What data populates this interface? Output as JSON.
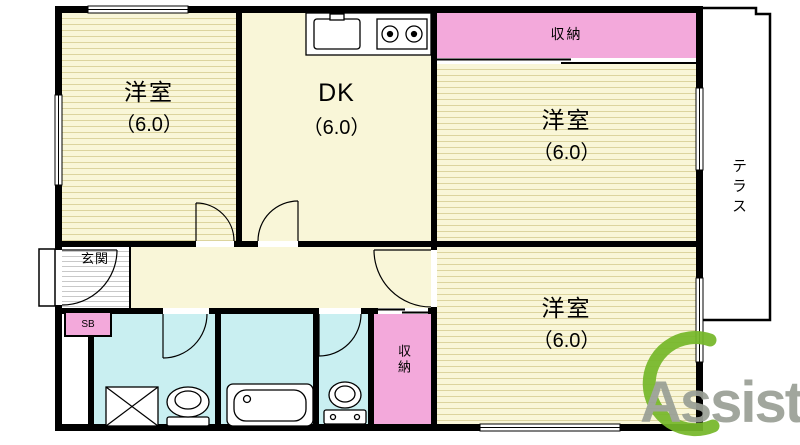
{
  "plan": {
    "rooms": {
      "nw": {
        "name": "洋室",
        "size": "（6.0）"
      },
      "dk": {
        "name": "DK",
        "size": "（6.0）"
      },
      "ne": {
        "name": "洋室",
        "size": "（6.0）"
      },
      "se": {
        "name": "洋室",
        "size": "（6.0）"
      },
      "storage_top": {
        "label": "収納"
      },
      "storage_bottom": {
        "label": "収納"
      },
      "genkan": {
        "label": "玄関"
      },
      "shoe_box": {
        "label": "SB"
      },
      "terrace": {
        "label": "テラス"
      }
    },
    "fixtures": {
      "kitchen": "sink-and-2-burner-stove",
      "washer_pan": "washing-machine-pan-x-square",
      "toilet_left": "toilet",
      "bathtub": "bathtub",
      "toilet_right": "toilet-with-tank"
    },
    "logo": {
      "text": "Assist"
    },
    "colors": {
      "room_floor": "#f9f6d8",
      "storage_pink": "#f3a9db",
      "bath_cyan": "#c9eff1",
      "wall_black": "#000000",
      "logo_green": "#76b82a",
      "logo_gray": "#9aa096"
    }
  }
}
